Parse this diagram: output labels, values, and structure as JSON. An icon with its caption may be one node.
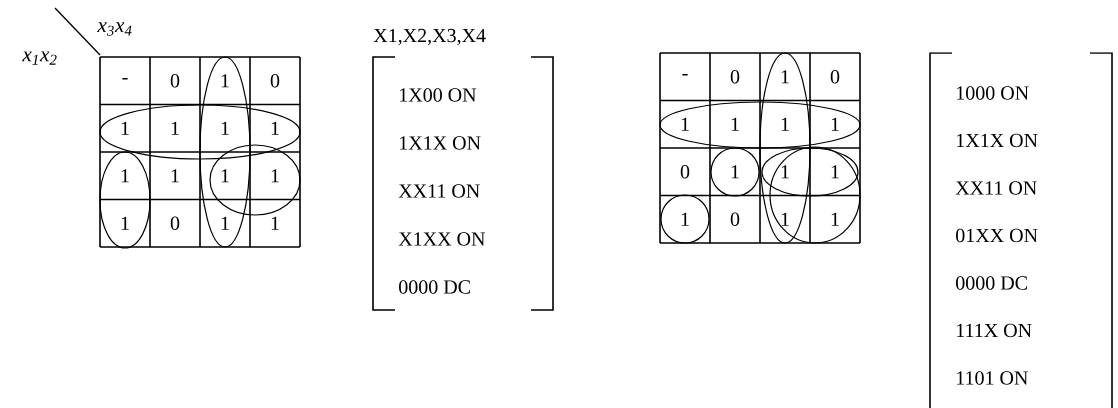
{
  "diagram": {
    "nodes": [
      {
        "text": [
          "X1,X2,X3,X4",
          "1X00 ON",
          "1X1X ON",
          "XX11 ON",
          "X1XX ON",
          "0000 DC"
        ]
      },
      {
        "text": [
          "1000 ON",
          "1X1X ON",
          "XX11 ON",
          "01XX ON",
          "0000 DC",
          "111X ON",
          "1101 ON"
        ]
      }
    ],
    "labels": [
      "x$_{3}$x$_{4}$",
      "x$_{1}$x$_{2}$",
      "-",
      "0",
      "1",
      "0",
      "1",
      "1",
      "1",
      "1",
      "1",
      "1",
      "1",
      "1",
      "1",
      "0",
      "1",
      "1",
      "-",
      "0",
      "1",
      "0",
      "1",
      "1",
      "1",
      "1",
      "0",
      "1",
      "1",
      "1",
      "1",
      "0",
      "1",
      "1"
    ]
  }
}
